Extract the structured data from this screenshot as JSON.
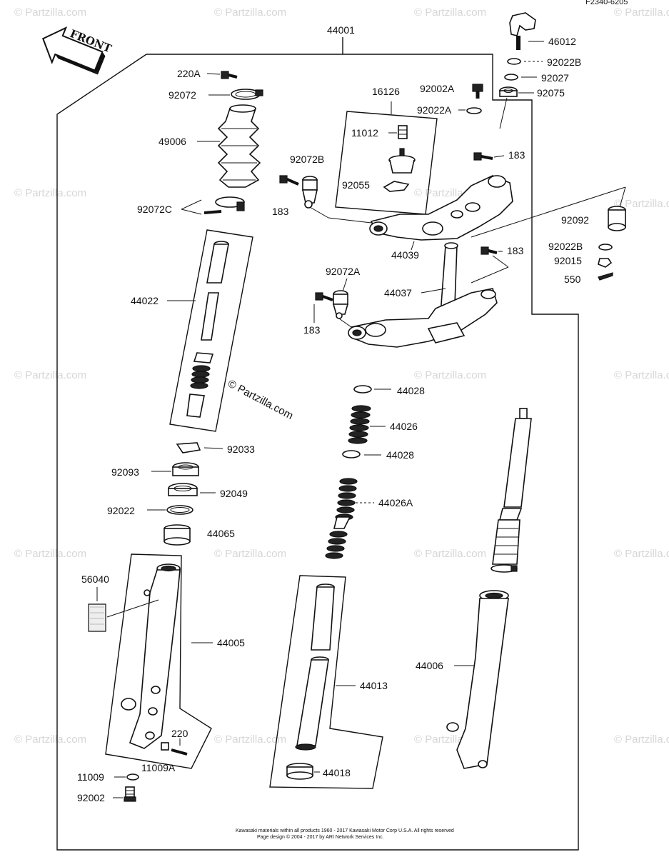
{
  "diagram": {
    "header_code": "F2340-6205",
    "front_label": "FRONT",
    "copyright_line1": "Kawasaki materials within all products 1960 - 2017 Kawasaki Motor Corp U.S.A. All rights reserved",
    "copyright_line2": "Page design © 2004 - 2017 by ARI Network Services Inc.",
    "watermark_text": "© Partzilla.com",
    "center_watermark": "© Partzilla.com",
    "labels": {
      "p44001": "44001",
      "p46012": "46012",
      "p92022B_a": "92022B",
      "p92027": "92027",
      "p92075": "92075",
      "p220A": "220A",
      "p92072": "92072",
      "p16126": "16126",
      "p92002A": "92002A",
      "p92022A": "92022A",
      "p11012": "11012",
      "p49006": "49006",
      "p183_a": "183",
      "p92072B": "92072B",
      "p92055": "92055",
      "p92072C": "92072C",
      "p183_b": "183",
      "p92092": "92092",
      "p44039": "44039",
      "p183_c": "183",
      "p92022B_b": "92022B",
      "p92015": "92015",
      "p550": "550",
      "p92072A": "92072A",
      "p44022": "44022",
      "p44037": "44037",
      "p183_d": "183",
      "p44028_a": "44028",
      "p44026": "44026",
      "p44028_b": "44028",
      "p92033": "92033",
      "p92093": "92093",
      "p92049": "92049",
      "p44026A": "44026A",
      "p92022": "92022",
      "p44065": "44065",
      "p56040": "56040",
      "p44005": "44005",
      "p44006": "44006",
      "p44013": "44013",
      "p220": "220",
      "p11009": "11009",
      "p11009A": "11009A",
      "p44018": "44018",
      "p92002": "92002"
    }
  }
}
